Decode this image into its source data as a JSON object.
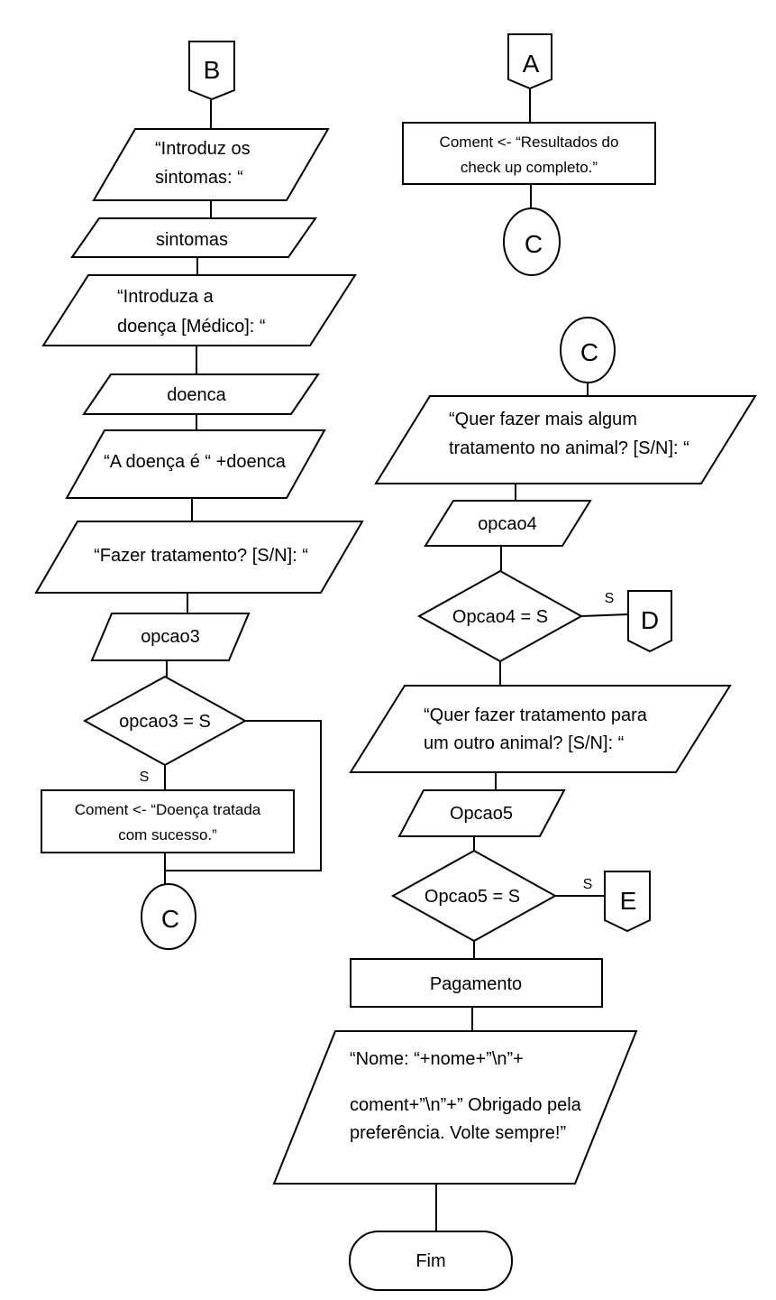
{
  "connectors": {
    "b_top": "B",
    "a_top": "A",
    "c_after_a": "C",
    "c_right_top": "C",
    "d_branch": "D",
    "e_branch": "E",
    "c_bottom_left": "C"
  },
  "left_column": {
    "io_introduz_sintomas": [
      "“Introduz os",
      "sintomas: “"
    ],
    "input_sintomas": "sintomas",
    "io_introduza_doenca": [
      "“Introduza a",
      "doença [Médico]: “"
    ],
    "input_doenca": "doenca",
    "io_doenca_e": "“A doença é “ +doenca",
    "io_fazer_tratamento": "“Fazer tratamento? [S/N]: “",
    "input_opcao3": "opcao3",
    "decision_opcao3": "opcao3 = S",
    "label_s_opcao3": "S",
    "process_doenca_tratada": [
      "Coment <- “Doença tratada",
      "com sucesso.”"
    ]
  },
  "right_column": {
    "process_resultados": [
      "Coment <- “Resultados do",
      "check up completo.”"
    ],
    "io_mais_tratamento": [
      "“Quer fazer mais algum",
      "tratamento no animal? [S/N]: “"
    ],
    "input_opcao4": "opcao4",
    "decision_opcao4": "Opcao4 = S",
    "label_s_opcao4": "S",
    "io_outro_animal": [
      "“Quer fazer tratamento para",
      "um outro animal? [S/N]: “"
    ],
    "input_opcao5": "Opcao5",
    "decision_opcao5": "Opcao5 = S",
    "label_s_opcao5": "S",
    "process_pagamento": "Pagamento",
    "io_final_message": [
      "“Nome: “+nome+”\\n”+",
      "coment+”\\n”+” Obrigado pela",
      "preferência. Volte sempre!”"
    ],
    "terminal_fim": "Fim"
  }
}
